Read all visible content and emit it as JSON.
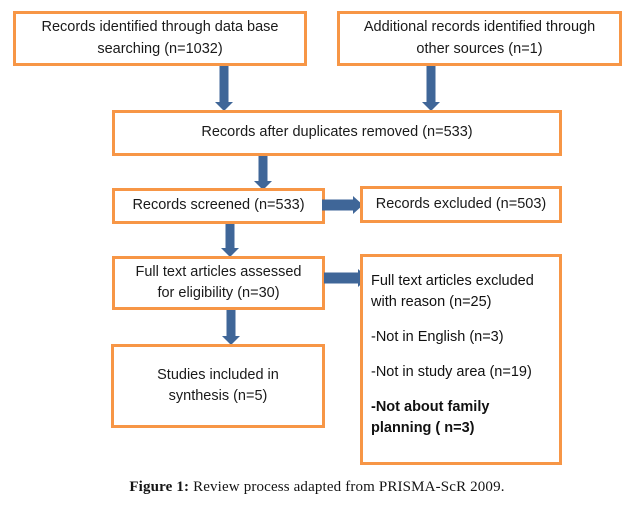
{
  "figure": {
    "caption_label": "Figure 1:",
    "caption_text": " Review process adapted from PRISMA-ScR 2009.",
    "colors": {
      "box_border": "#F79646",
      "arrow": "#3F6698",
      "background": "#FFFFFF",
      "text": "#1A1A1A"
    }
  },
  "nodes": {
    "identified_database": "Records identified through data base\nsearching (n=1032)",
    "identified_other": "Additional records identified through\nother sources (n=1)",
    "duplicates_removed": "Records after duplicates removed (n=533)",
    "records_screened": "Records screened (n=533)",
    "records_excluded": "Records excluded (n=503)",
    "fulltext_assessed": "Full text articles assessed\nfor eligibility (n=30)",
    "studies_included": "Studies included in\nsynthesis (n=5)"
  },
  "exclusion_panel": {
    "heading": "Full text articles excluded\nwith reason (n=25)",
    "reasons": [
      "-Not in English (n=3)",
      "-Not in study area (n=19)",
      "-Not about family\nplanning ( n=3)"
    ]
  }
}
